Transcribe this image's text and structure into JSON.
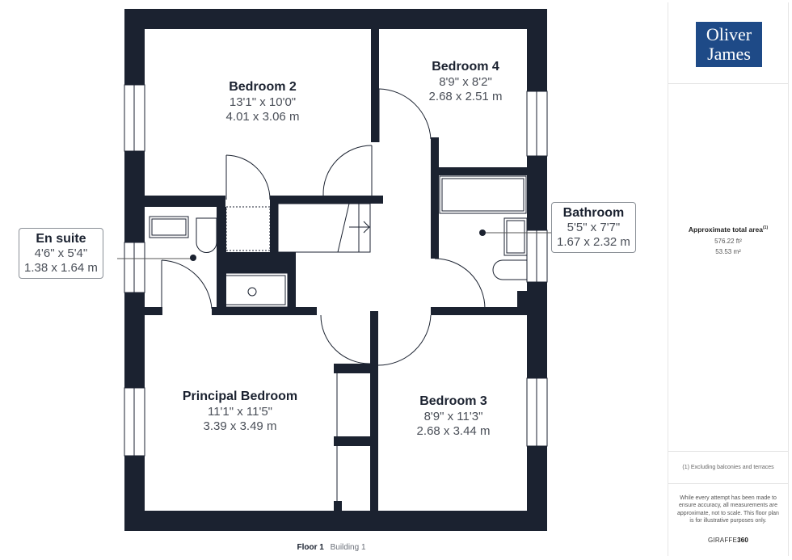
{
  "brand": {
    "logo_line1": "Oliver",
    "logo_line2": "James",
    "logo_color": "#1e4a87"
  },
  "rooms": [
    {
      "id": "bedroom-2",
      "name": "Bedroom 2",
      "imperial": "13'1\" x 10'0\"",
      "metric": "4.01 x 3.06 m"
    },
    {
      "id": "bedroom-4",
      "name": "Bedroom 4",
      "imperial": "8'9\" x 8'2\"",
      "metric": "2.68 x 2.51 m"
    },
    {
      "id": "bathroom",
      "name": "Bathroom",
      "imperial": "5'5\" x 7'7\"",
      "metric": "1.67 x 2.32 m"
    },
    {
      "id": "en-suite",
      "name": "En suite",
      "imperial": "4'6\" x 5'4\"",
      "metric": "1.38 x 1.64 m"
    },
    {
      "id": "principal-bedroom",
      "name": "Principal Bedroom",
      "imperial": "11'1\" x 11'5\"",
      "metric": "3.39 x 3.49 m"
    },
    {
      "id": "bedroom-3",
      "name": "Bedroom 3",
      "imperial": "8'9\" x 11'3\"",
      "metric": "2.68 x 3.44 m"
    }
  ],
  "plan": {
    "wall_color": "#1b2230",
    "floor_label": "Floor 1",
    "building_label": "Building 1"
  },
  "area": {
    "title": "Approximate total area",
    "title_sup": "(1)",
    "sqft": "576.22 ft²",
    "sqm": "53.53 m²"
  },
  "notes": {
    "exclusion": "(1) Excluding balconies and terraces",
    "disclaimer": "While every attempt has been made to ensure accuracy, all measurements are approximate, not to scale. This floor plan is for illustrative purposes only.",
    "credit_prefix": "GIRAFFE",
    "credit_suffix": "360"
  }
}
